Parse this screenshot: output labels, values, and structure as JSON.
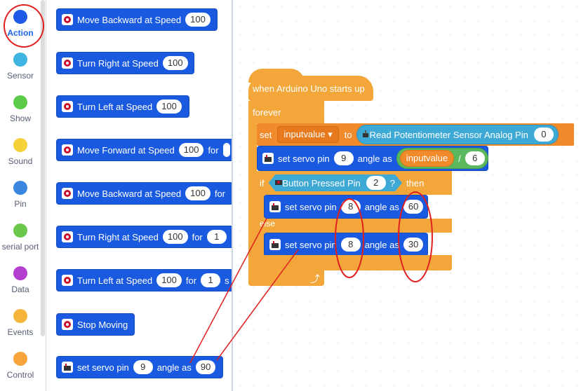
{
  "sidebar": {
    "categories": [
      {
        "label": "Action",
        "color": "#1e5ae6"
      },
      {
        "label": "Sensor",
        "color": "#3fb4e0"
      },
      {
        "label": "Show",
        "color": "#5ccb4a"
      },
      {
        "label": "Sound",
        "color": "#f5d23a"
      },
      {
        "label": "Pin",
        "color": "#3a86e0"
      },
      {
        "label": "serial port",
        "color": "#6cc84a"
      },
      {
        "label": "Data",
        "color": "#b23fd0"
      },
      {
        "label": "Events",
        "color": "#f5b53a"
      },
      {
        "label": "Control",
        "color": "#f5a53a"
      }
    ]
  },
  "palette": {
    "blocks": [
      {
        "text": "Move Backward at Speed",
        "value": "100"
      },
      {
        "text": "Turn Right at Speed",
        "value": "100"
      },
      {
        "text": "Turn Left at Speed",
        "value": "100"
      },
      {
        "text": "Move Forward at Speed",
        "value": "100",
        "for_label": "for"
      },
      {
        "text": "Move Backward at Speed",
        "value": "100",
        "for_label": "for"
      },
      {
        "text": "Turn Right at Speed",
        "value": "100",
        "for_label": "for",
        "for_value": "1"
      },
      {
        "text": "Turn Left at Speed",
        "value": "100",
        "for_label": "for",
        "for_value": "1",
        "tail": "s"
      },
      {
        "text": "Stop Moving"
      },
      {
        "text": "set servo pin",
        "pin": "9",
        "angle_label": "angle as",
        "angle": "90"
      }
    ]
  },
  "script": {
    "hat": "when Arduino Uno starts up",
    "forever": "forever",
    "set_label": "set",
    "variable": "inputvalue",
    "to_label": "to",
    "sensor_text": "Read Potentiometer Sensor Analog Pin",
    "sensor_pin": "0",
    "servo1": {
      "label": "set servo pin",
      "pin": "9",
      "angle_label": "angle as",
      "var": "inputvalue",
      "op": "/",
      "divisor": "6"
    },
    "if_label": "if",
    "condition": "Button Pressed Pin",
    "condition_pin": "2",
    "question": "?",
    "then_label": "then",
    "servo2": {
      "label": "set servo pin",
      "pin": "8",
      "angle_label": "angle as",
      "angle": "60"
    },
    "else_label": "else",
    "servo3": {
      "label": "set servo pin",
      "pin": "8",
      "angle_label": "angle as",
      "angle": "30"
    }
  },
  "colors": {
    "action": "#1a5ae0",
    "annotation": "#e02020",
    "control": "#f3a73a",
    "sensor": "#3fa9d6"
  }
}
